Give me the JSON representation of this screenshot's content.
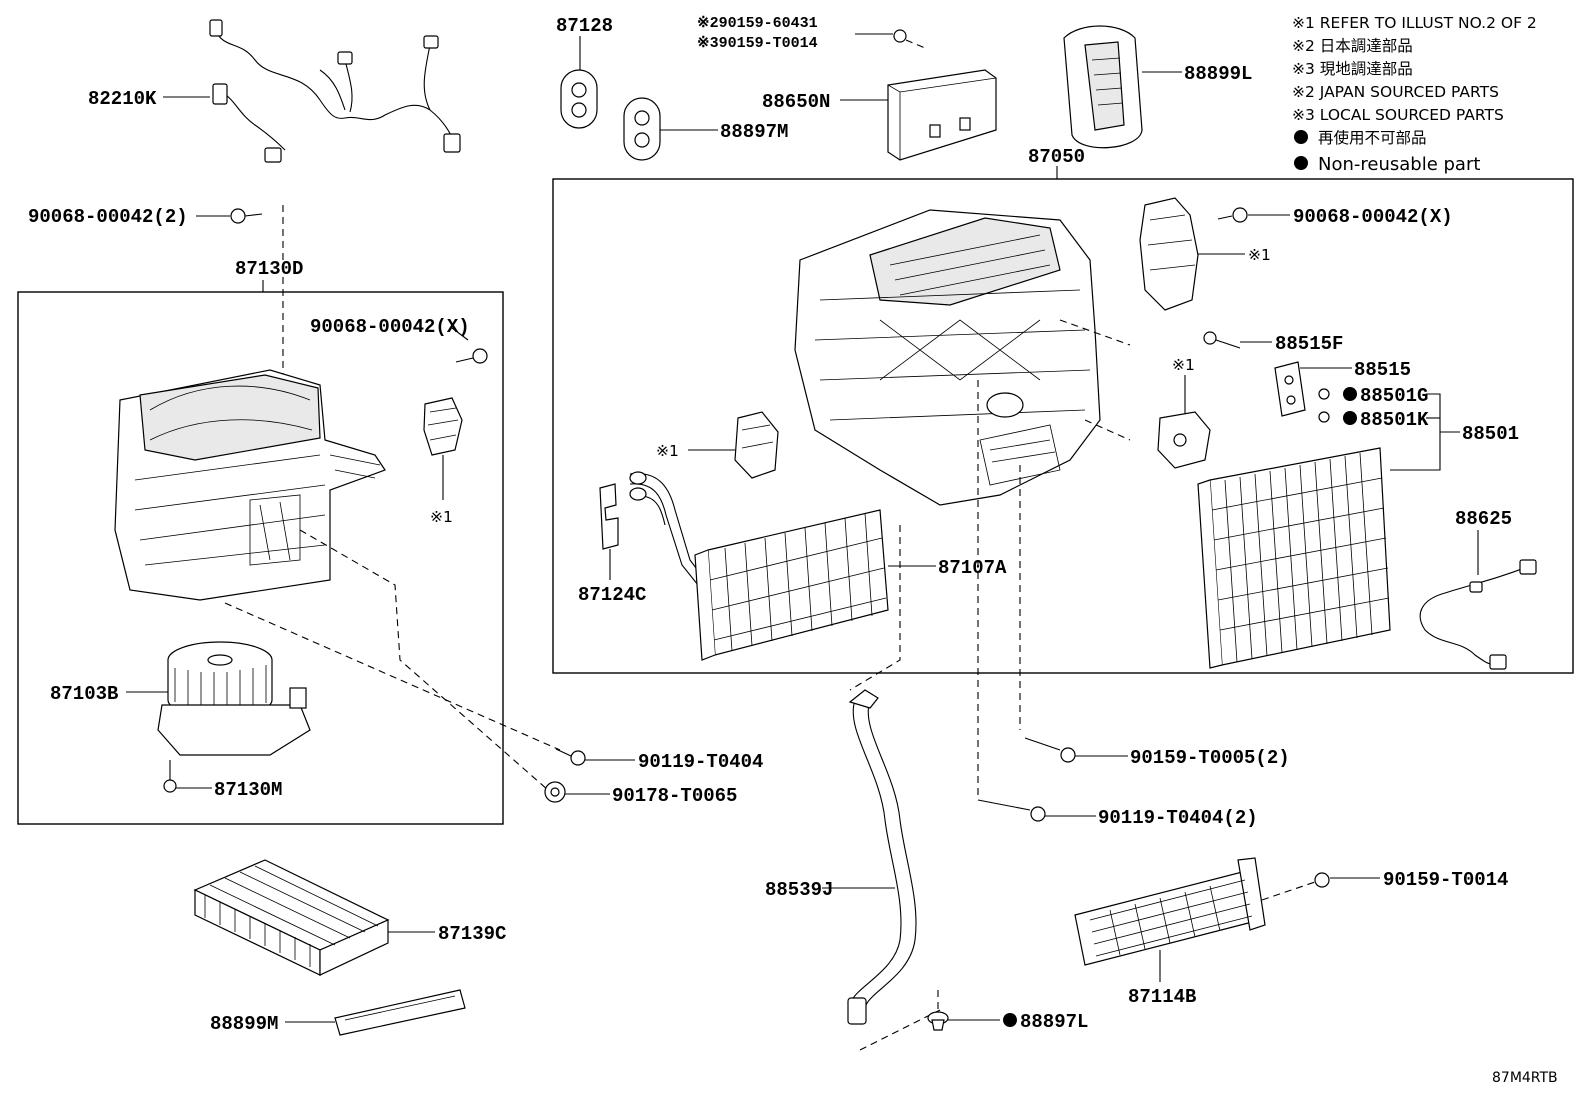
{
  "notes": [
    "※1 REFER TO ILLUST NO.2 OF 2",
    "※2 日本調達部品",
    "※3 現地調達部品",
    "※2 JAPAN SOURCED PARTS",
    "※3 LOCAL SOURCED PARTS",
    "再使用不可部品",
    "Non-reusable part"
  ],
  "ref_mark": "※1",
  "diagram_code": "87M4RTB",
  "labels": {
    "p82210K": "82210K",
    "p87128": "87128",
    "p88897M": "88897M",
    "p290159": "※290159-60431",
    "p390159": "※390159-T0014",
    "p88650N": "88650N",
    "p88899L": "88899L",
    "p87050": "87050",
    "p90068a": "90068-00042(2)",
    "p87130D": "87130D",
    "p90068b": "90068-00042(X)",
    "p90068c": "90068-00042(X)",
    "p88515F": "88515F",
    "p88515": "88515",
    "p88501G": "88501G",
    "p88501K": "88501K",
    "p88501": "88501",
    "p87124C": "87124C",
    "p87107A": "87107A",
    "p88625": "88625",
    "p87103B": "87103B",
    "p87130M": "87130M",
    "p90119a": "90119-T0404",
    "p90178": "90178-T0065",
    "p90159a": "90159-T0005(2)",
    "p90119b": "90119-T0404(2)",
    "p90159b": "90159-T0014",
    "p88539J": "88539J",
    "p87139C": "87139C",
    "p87114B": "87114B",
    "p88899M": "88899M",
    "p88897L": "88897L"
  }
}
